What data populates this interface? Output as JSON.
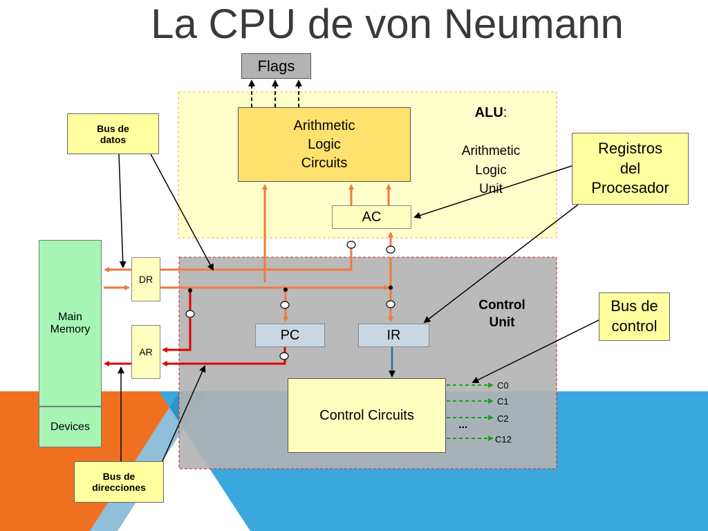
{
  "title": "La CPU de von Neumann",
  "flags": "Flags",
  "alu_circuits": [
    "Arithmetic",
    "Logic",
    "Circuits"
  ],
  "alu_label": "ALU",
  "alu_label_colon": ":",
  "alu_desc": [
    "Arithmetic",
    "Logic",
    "Unit"
  ],
  "ac": "AC",
  "pc": "PC",
  "ir": "IR",
  "control_circuits": "Control Circuits",
  "control_unit": [
    "Control",
    "Unit"
  ],
  "dr": "DR",
  "ar": "AR",
  "main_memory": [
    "Main",
    "Memory"
  ],
  "devices": "Devices",
  "callouts": {
    "bus_datos": [
      "Bus de",
      "datos"
    ],
    "bus_direcciones": [
      "Bus de",
      "direcciones"
    ],
    "registros": [
      "Registros",
      "del",
      "Procesador"
    ],
    "bus_control": [
      "Bus de",
      "control"
    ]
  },
  "signals": [
    "C0",
    "C1",
    "C2",
    "C12"
  ],
  "signals_ellipsis": "...",
  "colors": {
    "orange_bg": "#f07022",
    "blue_bg": "#3aa8df",
    "alu_zone": "#ffffcc",
    "control_zone": "#b3b3b3",
    "bus_orange": "#f07a3a",
    "bus_red": "#e00000",
    "signal_green": "#1aa01a"
  }
}
